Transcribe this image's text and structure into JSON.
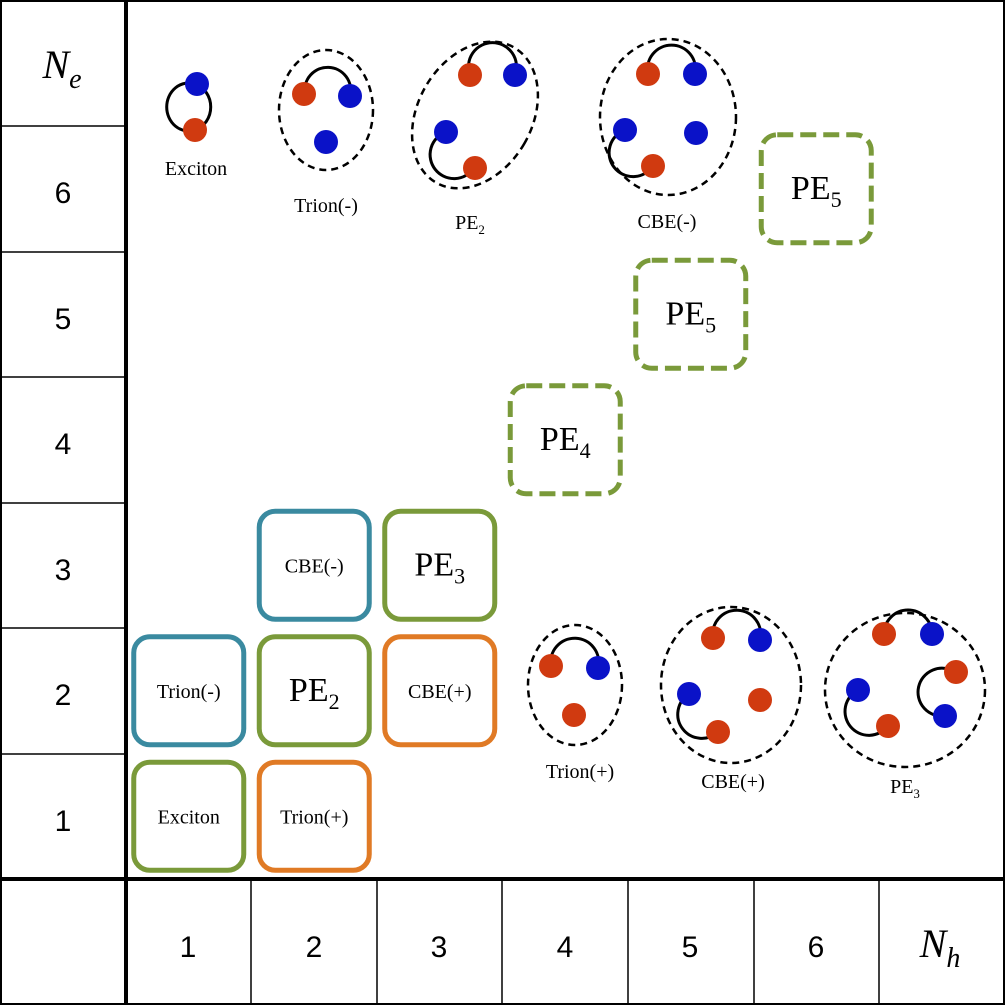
{
  "axes": {
    "y_label_main": "N",
    "y_label_sub": "e",
    "x_label_main": "N",
    "x_label_sub": "h",
    "y_ticks": [
      "6",
      "5",
      "4",
      "3",
      "2",
      "1"
    ],
    "x_ticks": [
      "1",
      "2",
      "3",
      "4",
      "5",
      "6"
    ]
  },
  "grid_boxes": [
    {
      "id": "exciton",
      "main": "Exciton",
      "sub": "",
      "style": "solid",
      "color": "green",
      "n_h": 1,
      "n_e": 1
    },
    {
      "id": "trion-plus",
      "main": "Trion(+)",
      "sub": "",
      "style": "solid",
      "color": "orange",
      "n_h": 2,
      "n_e": 1
    },
    {
      "id": "trion-minus",
      "main": "Trion(-)",
      "sub": "",
      "style": "solid",
      "color": "teal",
      "n_h": 1,
      "n_e": 2
    },
    {
      "id": "pe2",
      "main": "PE",
      "sub": "2",
      "style": "solid",
      "color": "green",
      "n_h": 2,
      "n_e": 2
    },
    {
      "id": "cbe-plus",
      "main": "CBE(+)",
      "sub": "",
      "style": "solid",
      "color": "orange",
      "n_h": 3,
      "n_e": 2
    },
    {
      "id": "cbe-minus",
      "main": "CBE(-)",
      "sub": "",
      "style": "solid",
      "color": "teal",
      "n_h": 2,
      "n_e": 3
    },
    {
      "id": "pe3",
      "main": "PE",
      "sub": "3",
      "style": "solid",
      "color": "green",
      "n_h": 3,
      "n_e": 3
    },
    {
      "id": "pe4",
      "main": "PE",
      "sub": "4",
      "style": "dashed",
      "color": "green",
      "n_h": 4,
      "n_e": 4
    },
    {
      "id": "pe5-a",
      "main": "PE",
      "sub": "5",
      "style": "dashed",
      "color": "green",
      "n_h": 5,
      "n_e": 5
    },
    {
      "id": "pe5-b",
      "main": "PE",
      "sub": "5",
      "style": "dashed",
      "color": "green",
      "n_h": 6,
      "n_e": 6
    }
  ],
  "complexes_top": [
    {
      "id": "exciton",
      "main": "Exciton",
      "sub": ""
    },
    {
      "id": "trion-minus",
      "main": "Trion(-)",
      "sub": ""
    },
    {
      "id": "pe2",
      "main": "PE",
      "sub": "2"
    },
    {
      "id": "cbe-minus",
      "main": "CBE(-)",
      "sub": ""
    }
  ],
  "complexes_bottom": [
    {
      "id": "trion-plus",
      "main": "Trion(+)",
      "sub": ""
    },
    {
      "id": "cbe-plus",
      "main": "CBE(+)",
      "sub": ""
    },
    {
      "id": "pe3",
      "main": "PE",
      "sub": "3"
    }
  ],
  "colors": {
    "green": "#7a9a3a",
    "teal": "#3a8aa0",
    "orange": "#e07a25",
    "electron": "#0a12c8",
    "hole": "#d03a10",
    "line": "#000000"
  }
}
